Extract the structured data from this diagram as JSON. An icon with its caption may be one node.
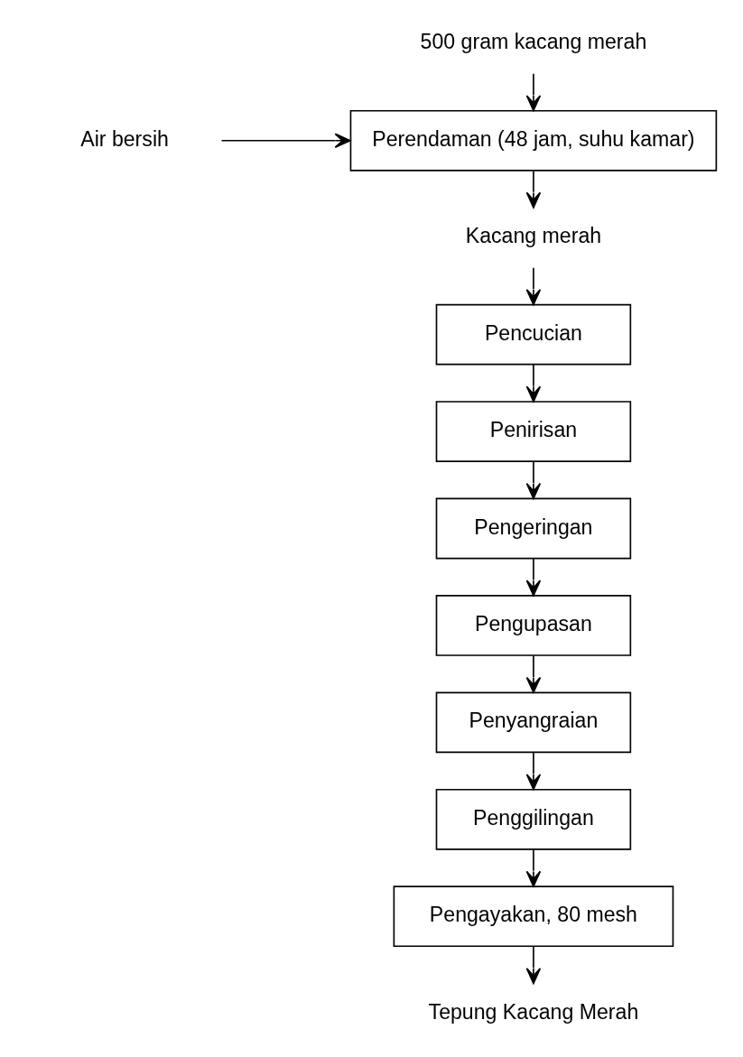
{
  "diagram": {
    "nodes": [
      {
        "text": [
          "500 gram kacang merah"
        ]
      },
      {
        "text": [
          "Air bersih"
        ]
      },
      {
        "text": [
          "Perendaman (48 jam, suhu kamar)"
        ]
      },
      {
        "text": [
          "Kacang merah"
        ]
      },
      {
        "text": [
          "Pencucian"
        ]
      },
      {
        "text": [
          "Penirisan"
        ]
      },
      {
        "text": [
          "Pengeringan"
        ]
      },
      {
        "text": [
          "Pengupasan"
        ]
      },
      {
        "text": [
          "Penyangraian"
        ]
      },
      {
        "text": [
          "Penggilingan"
        ]
      },
      {
        "text": [
          "Pengayakan, 80 mesh"
        ]
      },
      {
        "text": [
          "Tepung Kacang Merah"
        ]
      }
    ],
    "edges": [
      {
        "from": 0,
        "to": 2,
        "arrow": "to"
      },
      {
        "from": 1,
        "to": 2,
        "arrow": "to"
      },
      {
        "from": 2,
        "to": 3,
        "arrow": "to"
      },
      {
        "from": 3,
        "to": 4,
        "arrow": "to"
      },
      {
        "from": 4,
        "to": 5,
        "arrow": "to"
      },
      {
        "from": 5,
        "to": 6,
        "arrow": "to"
      },
      {
        "from": 6,
        "to": 7,
        "arrow": "to"
      },
      {
        "from": 7,
        "to": 8,
        "arrow": "to"
      },
      {
        "from": 8,
        "to": 9,
        "arrow": "to"
      },
      {
        "from": 9,
        "to": 10,
        "arrow": "to"
      },
      {
        "from": 10,
        "to": 11,
        "arrow": "to"
      }
    ]
  }
}
